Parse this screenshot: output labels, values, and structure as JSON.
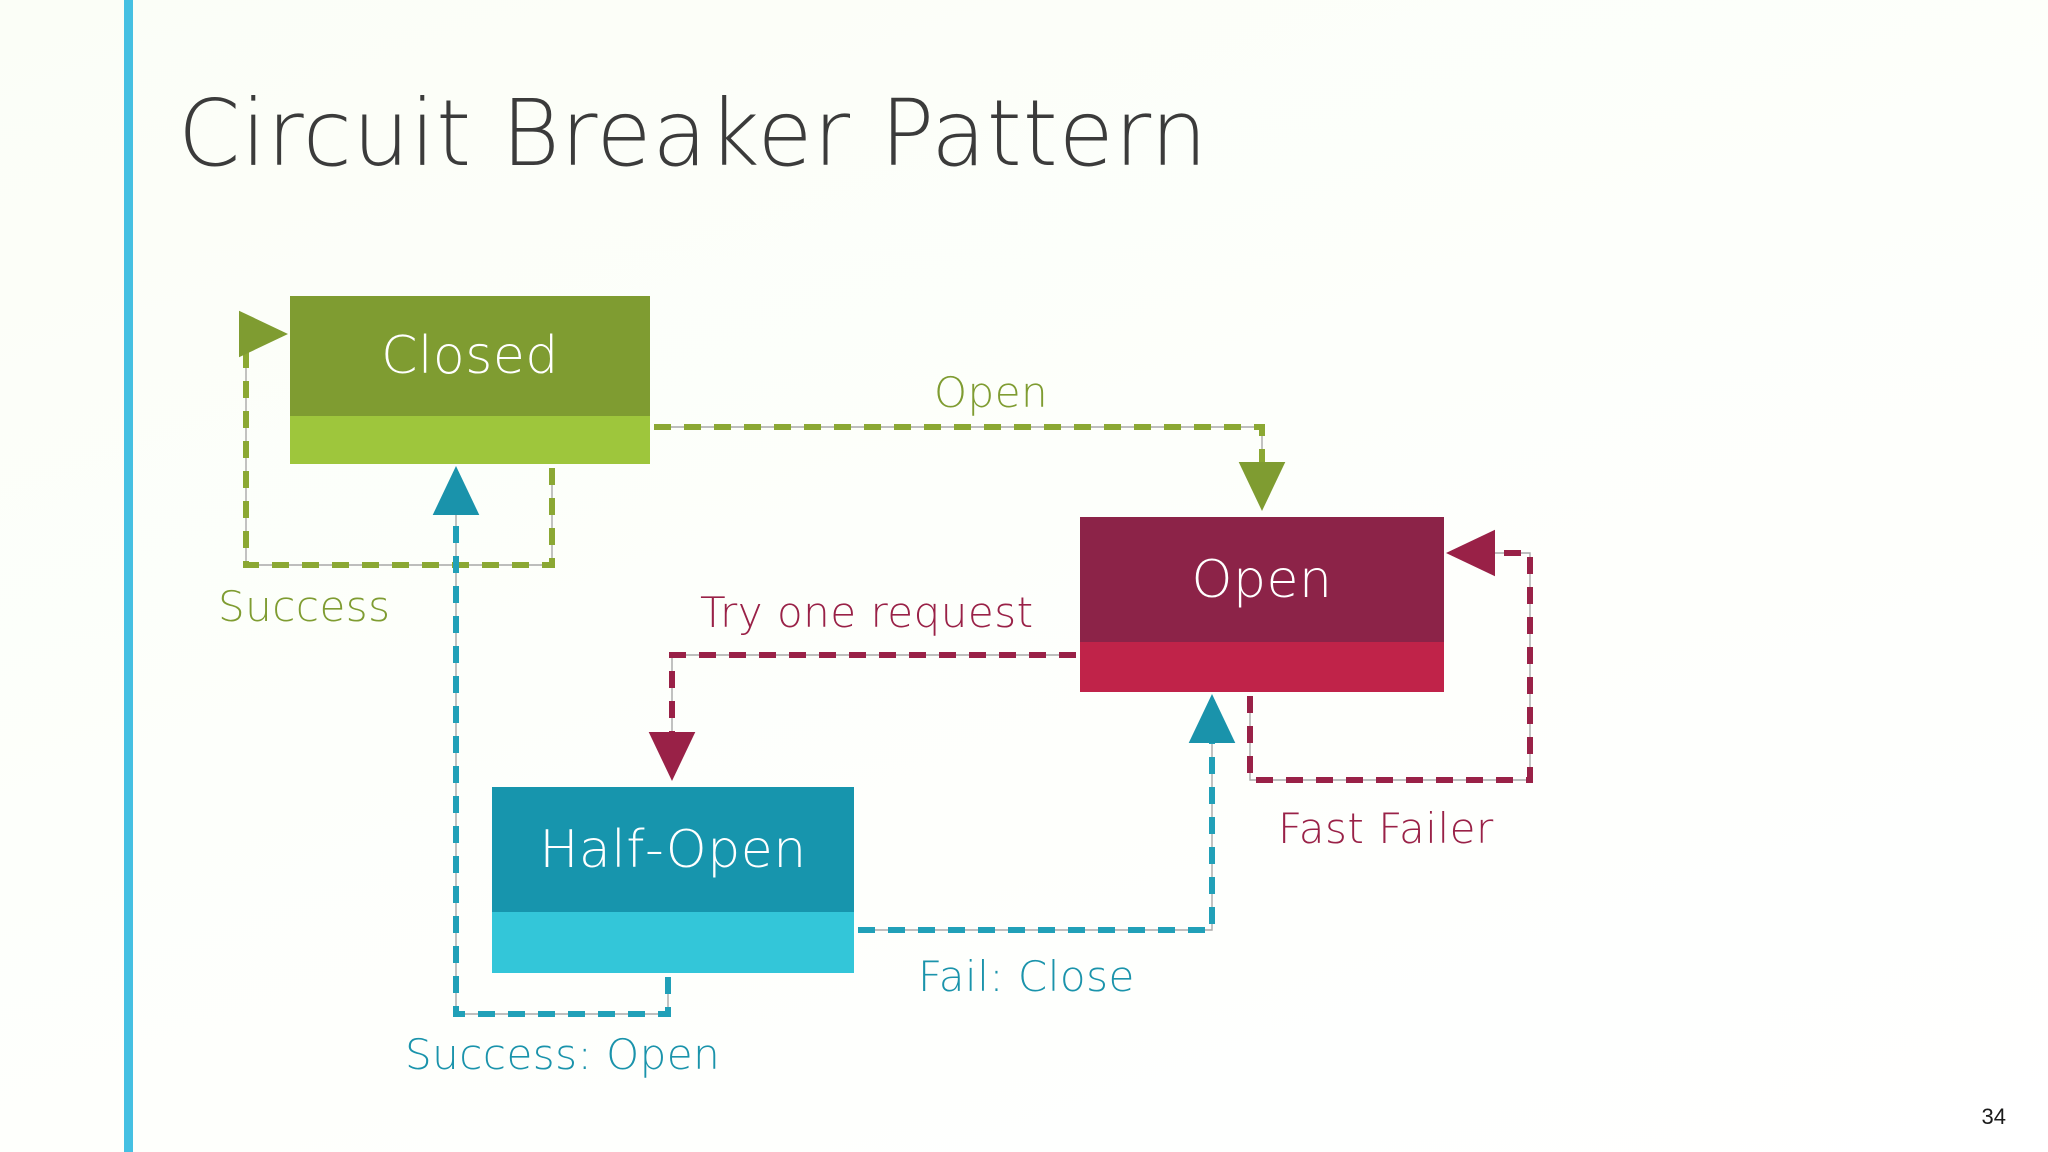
{
  "slide": {
    "title": "Circuit Breaker Pattern",
    "page_number": "34",
    "accent_color": "#45c0e2",
    "background_color": "#fbfef7",
    "title_color": "#3b3b3b"
  },
  "diagram_data": {
    "type": "state-diagram",
    "title": "Circuit Breaker Pattern",
    "states": [
      {
        "id": "closed",
        "label": "Closed",
        "color_top": "#7f9c31",
        "color_bottom": "#9ec63c",
        "text_color": "#ffffff"
      },
      {
        "id": "open",
        "label": "Open",
        "color_top": "#8c2348",
        "color_bottom": "#c02349",
        "text_color": "#ffffff"
      },
      {
        "id": "half-open",
        "label": "Half-Open",
        "color_top": "#1795ad",
        "color_bottom": "#33c6d9",
        "text_color": "#ffffff"
      }
    ],
    "transitions": [
      {
        "id": "closed-to-open",
        "from": "closed",
        "to": "open",
        "label": "Open",
        "color": "#7f9c31",
        "style": "dashed"
      },
      {
        "id": "closed-self",
        "from": "closed",
        "to": "closed",
        "label": "Success",
        "color": "#7f9c31",
        "style": "dashed"
      },
      {
        "id": "open-to-half-open",
        "from": "open",
        "to": "half-open",
        "label": "Try one request",
        "color": "#992147",
        "style": "dashed"
      },
      {
        "id": "open-self",
        "from": "open",
        "to": "open",
        "label": "Fast Failer",
        "color": "#992147",
        "style": "dashed"
      },
      {
        "id": "half-open-to-open",
        "from": "half-open",
        "to": "open",
        "label": "Fail: Close",
        "color": "#1a93ab",
        "style": "dashed"
      },
      {
        "id": "half-open-to-closed",
        "from": "half-open",
        "to": "closed",
        "label": "Success: Open",
        "color": "#1a93ab",
        "style": "dashed"
      }
    ]
  }
}
